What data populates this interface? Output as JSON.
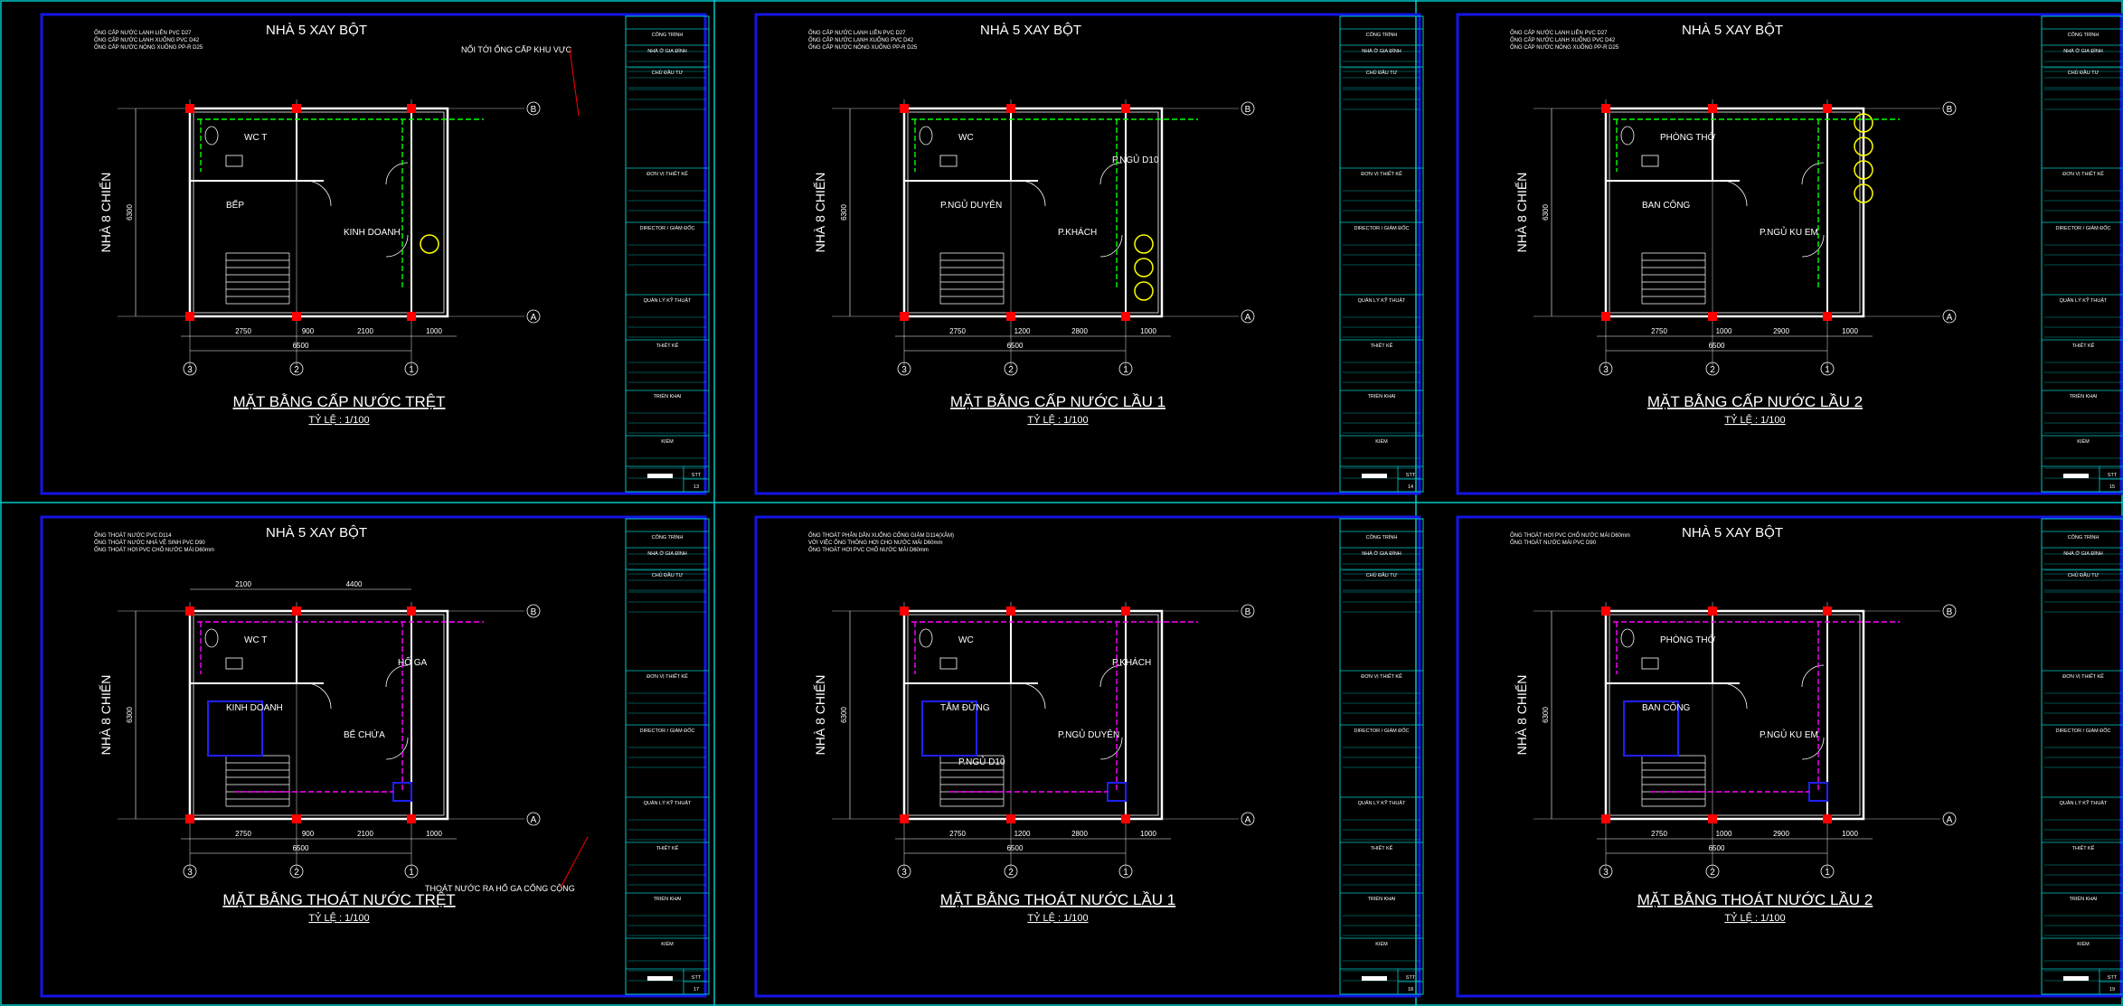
{
  "colors": {
    "background": "#000000",
    "frame_outer": "#00c8c8",
    "frame_inner": "#1414e6",
    "wall": "#ffffff",
    "column": "#ff0000",
    "supply_pipe": "#00ff00",
    "leader": "#ff0000",
    "drain_pipe": "#ff00ff",
    "fixture": "#ffff00",
    "tank": "#2020ff"
  },
  "header_text": "NHÀ 5 XAY BỘT",
  "side_text": "NHÀ 8 CHIẾN",
  "scale_text": "TỶ LỆ : 1/100",
  "title_block": {
    "rows": [
      "CÔNG TRÌNH",
      "NHÀ Ở GIA ĐÌNH",
      "CHỦ ĐẦU TƯ",
      "ĐƠN VỊ THIẾT KẾ",
      "DIRECTOR / GIÁM ĐỐC",
      "QUẢN LÝ KỸ THUẬT",
      "THIẾT KẾ",
      "TRIỂN KHAI",
      "KIỂM"
    ],
    "stt_label": "STT"
  },
  "axes": {
    "cols": [
      "3",
      "2",
      "1"
    ],
    "rows": [
      "B",
      "A"
    ]
  },
  "sheets": [
    {
      "title": "MẶT BẰNG CẤP NƯỚC TRỆT",
      "sheet_no": "13",
      "show_header": true,
      "rooms": [
        "WC T",
        "BẾP",
        "KINH DOANH"
      ],
      "dims_bottom": [
        "2750",
        "900",
        "2100",
        "1000"
      ],
      "dim_total": "6500",
      "dims_side": [
        "6300"
      ],
      "notes": [
        "ỐNG CẤP NƯỚC LẠNH LIÊN PVC D27",
        "ỐNG CẤP NƯỚC LẠNH XUỐNG PVC D42",
        "ỐNG CẤP NƯỚC NÓNG XUỐNG PP-R D25"
      ],
      "callout": "NỐI TỚI ỐNG CẤP KHU VỰC"
    },
    {
      "title": "MẶT BẰNG CẤP NƯỚC LẦU 1",
      "sheet_no": "14",
      "show_header": true,
      "rooms": [
        "WC",
        "P.NGỦ DUYÊN",
        "P.KHÁCH",
        "P.NGỦ D10"
      ],
      "dims_bottom": [
        "2750",
        "1200",
        "2800",
        "1000"
      ],
      "dim_total": "6500",
      "dims_side": [
        "6300"
      ],
      "notes": [
        "ỐNG CẤP NƯỚC LẠNH LIÊN PVC D27",
        "ỐNG CẤP NƯỚC LẠNH XUỐNG PVC D42",
        "ỐNG CẤP NƯỚC NÓNG XUỐNG PP-R D25"
      ],
      "callout": ""
    },
    {
      "title": "MẶT BẰNG CẤP NƯỚC LẦU 2",
      "sheet_no": "15",
      "show_header": true,
      "rooms": [
        "PHÒNG THỜ",
        "BAN CÔNG",
        "P.NGỦ KU EM"
      ],
      "dims_bottom": [
        "2750",
        "1000",
        "2900",
        "1000"
      ],
      "dim_total": "6500",
      "dims_side": [
        "6300"
      ],
      "notes": [
        "ỐNG CẤP NƯỚC LẠNH LIÊN PVC D27",
        "ỐNG CẤP NƯỚC LẠNH XUỐNG PVC D42",
        "ỐNG CẤP NƯỚC NÓNG XUỐNG PP-R D25"
      ],
      "callout": ""
    },
    {
      "title": "MẶT BẰNG THOÁT NƯỚC TRỆT",
      "sheet_no": "17",
      "show_header": true,
      "rooms": [
        "WC T",
        "KINH DOANH",
        "BỂ CHỨA",
        "HỐ GA"
      ],
      "dims_bottom": [
        "2750",
        "900",
        "2100",
        "1000"
      ],
      "dim_total": "6500",
      "dims_side": [
        "6300"
      ],
      "dims_top": [
        "2100",
        "4400"
      ],
      "notes": [
        "ỐNG THOÁT NƯỚC PVC D114",
        "ỐNG THOÁT NƯỚC NHÀ VỆ SINH PVC D90",
        "ỐNG THOÁT HƠI PVC CHỐ NƯỚC MÁI D60mm"
      ],
      "callout": "THOÁT NƯỚC RA HỐ GA CỐNG CỘNG"
    },
    {
      "title": "MẶT BẰNG THOÁT NƯỚC LẦU 1",
      "sheet_no": "18",
      "show_header": false,
      "rooms": [
        "WC",
        "TẮM ĐỨNG",
        "P.NGỦ DUYÊN",
        "P.KHÁCH",
        "P.NGỦ D10"
      ],
      "dims_bottom": [
        "2750",
        "1200",
        "2800",
        "1000"
      ],
      "dim_total": "6500",
      "dims_side": [
        "6300"
      ],
      "notes": [
        "ỐNG THOÁT PHÂN DẪN XUỐNG CỐNG GIẢM D114(XÂM)",
        "VỚI VIỆC ỐNG THÔNG HƠI CHO NƯỚC MÁI D60mm",
        "ỐNG THOÁT HƠI PVC CHỐ NƯỚC MÁI D60mm"
      ],
      "callout": ""
    },
    {
      "title": "MẶT BẰNG THOÁT NƯỚC LẦU 2",
      "sheet_no": "19",
      "show_header": true,
      "rooms": [
        "PHÒNG THỜ",
        "BAN CÔNG",
        "P.NGỦ KU EM"
      ],
      "dims_bottom": [
        "2750",
        "1000",
        "2900",
        "1000"
      ],
      "dim_total": "6500",
      "dims_side": [
        "6300"
      ],
      "notes": [
        "ỐNG THOÁT HƠI PVC CHỐ NƯỚC MÁI D60mm",
        "ỐNG THOÁT NƯỚC MÁI PVC D90"
      ],
      "callout": ""
    }
  ]
}
